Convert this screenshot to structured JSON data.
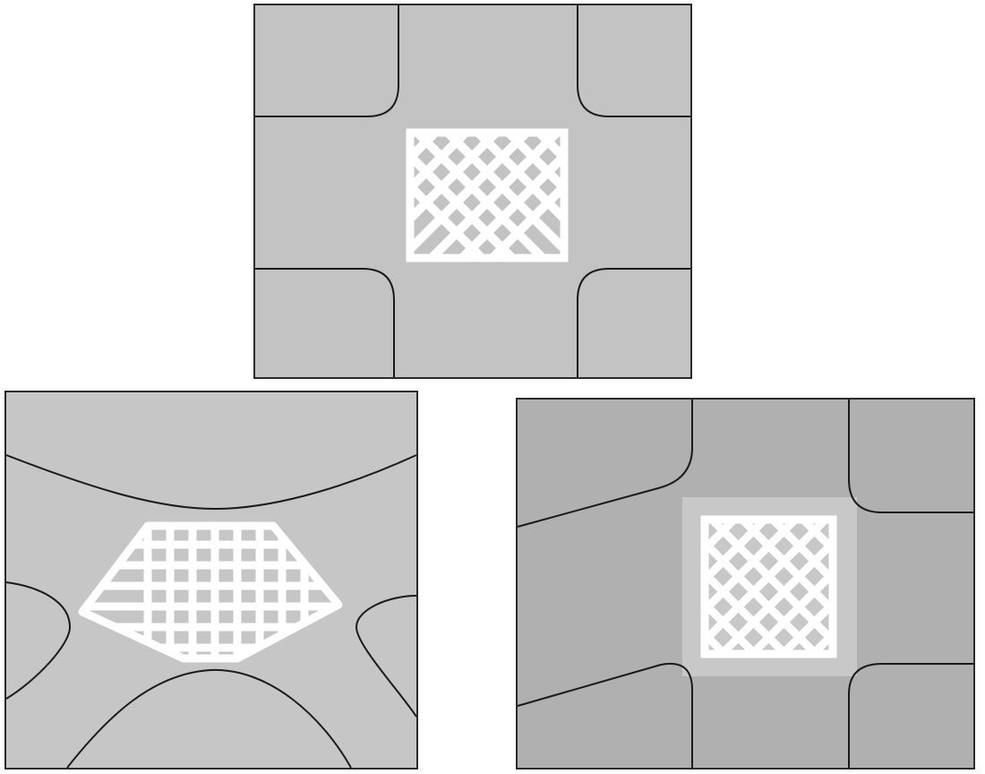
{
  "colors": {
    "background": "#ffffff",
    "panel_top": "#c3c3c3",
    "panel_bottom_left": "#c6c6c6",
    "panel_bottom_right": "#b0b0b0",
    "island_halo": "#c8c8c8",
    "edge_line": "#1a1a1a",
    "frame_border": "#2b2b2b",
    "crosswalk": "#ffffff"
  },
  "panels": [
    {
      "id": "top",
      "description_key": "square-grid-island"
    },
    {
      "id": "bottom-left",
      "description_key": "hexagonal-grid-island"
    },
    {
      "id": "bottom-right",
      "description_key": "square-grid-island-with-halo"
    }
  ]
}
